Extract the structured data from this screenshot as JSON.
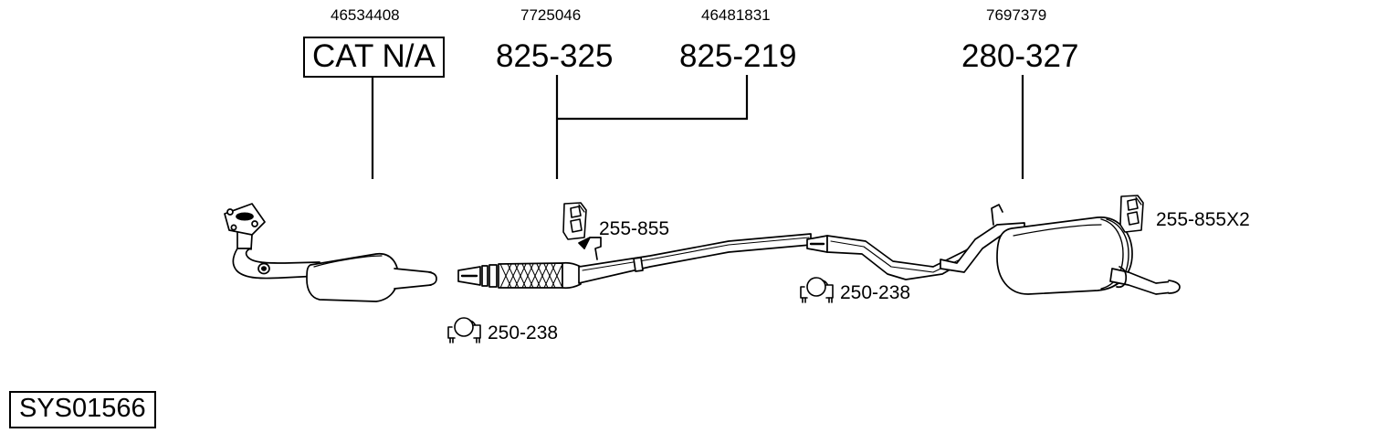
{
  "diagram": {
    "system_code": "SYS01566",
    "title_boxed_part": "CAT N/A",
    "callouts": [
      {
        "id": "callout-cat",
        "oem_number": "46534408",
        "part_number": "CAT N/A",
        "boxed": true,
        "component": "catalytic-converter"
      },
      {
        "id": "callout-front-pipe",
        "oem_number": "7725046",
        "part_number": "825-325",
        "boxed": false,
        "component": "front-flex-pipe"
      },
      {
        "id": "callout-centre-pipe",
        "oem_number": "46481831",
        "part_number": "825-219",
        "boxed": false,
        "component": "centre-pipe"
      },
      {
        "id": "callout-rear-silencer",
        "oem_number": "7697379",
        "part_number": "280-327",
        "boxed": false,
        "component": "rear-silencer"
      }
    ],
    "accessories": [
      {
        "id": "accessory-clamp-front",
        "label": "250-238",
        "icon": "exhaust-clamp-icon",
        "type": "u-bolt-clamp"
      },
      {
        "id": "accessory-hanger-front",
        "label": "255-855",
        "icon": "rubber-hanger-icon",
        "type": "rubber-mount"
      },
      {
        "id": "accessory-clamp-rear",
        "label": "250-238",
        "icon": "exhaust-clamp-icon",
        "type": "u-bolt-clamp"
      },
      {
        "id": "accessory-hanger-rear",
        "label": "255-855X2",
        "icon": "rubber-hanger-icon",
        "type": "rubber-mount"
      }
    ]
  }
}
